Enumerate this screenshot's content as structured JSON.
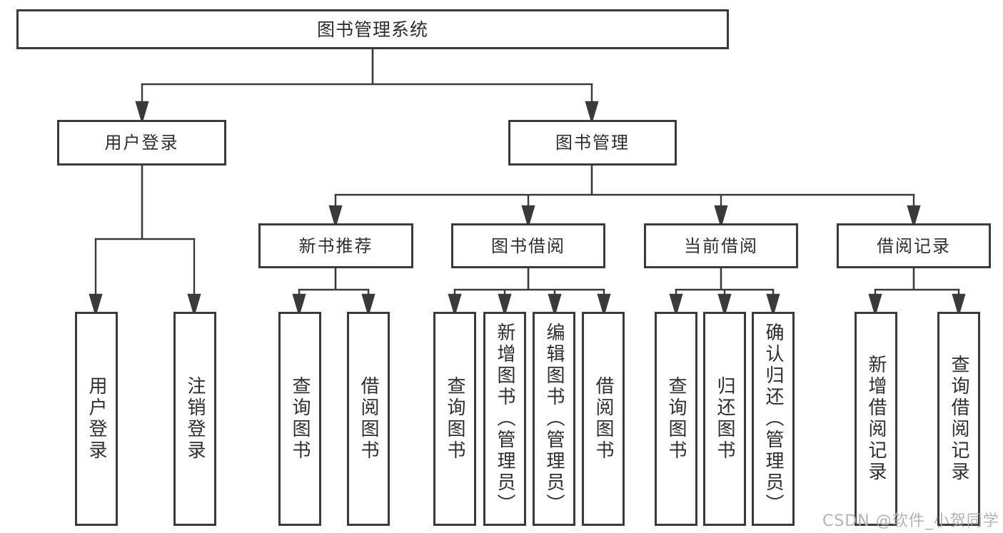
{
  "tree": {
    "root": "图书管理系统",
    "children": [
      {
        "label": "用户登录",
        "children": [
          "用户登录",
          "注销登录"
        ]
      },
      {
        "label": "图书管理",
        "children": [
          {
            "label": "新书推荐",
            "children": [
              "查询图书",
              "借阅图书"
            ]
          },
          {
            "label": "图书借阅",
            "children": [
              "查询图书",
              "新增图书（管理员）",
              "编辑图书（管理员）",
              "借阅图书"
            ]
          },
          {
            "label": "当前借阅",
            "children": [
              "查询图书",
              "归还图书",
              "确认归还（管理员）"
            ]
          },
          {
            "label": "借阅记录",
            "children": [
              "新增借阅记录",
              "查询借阅记录"
            ]
          }
        ]
      }
    ]
  },
  "watermark": "CSDN @软件_小贺同学",
  "colors": {
    "line": "#3a3a3a",
    "text": "#2e2e2e",
    "watermark": "#acacac"
  }
}
